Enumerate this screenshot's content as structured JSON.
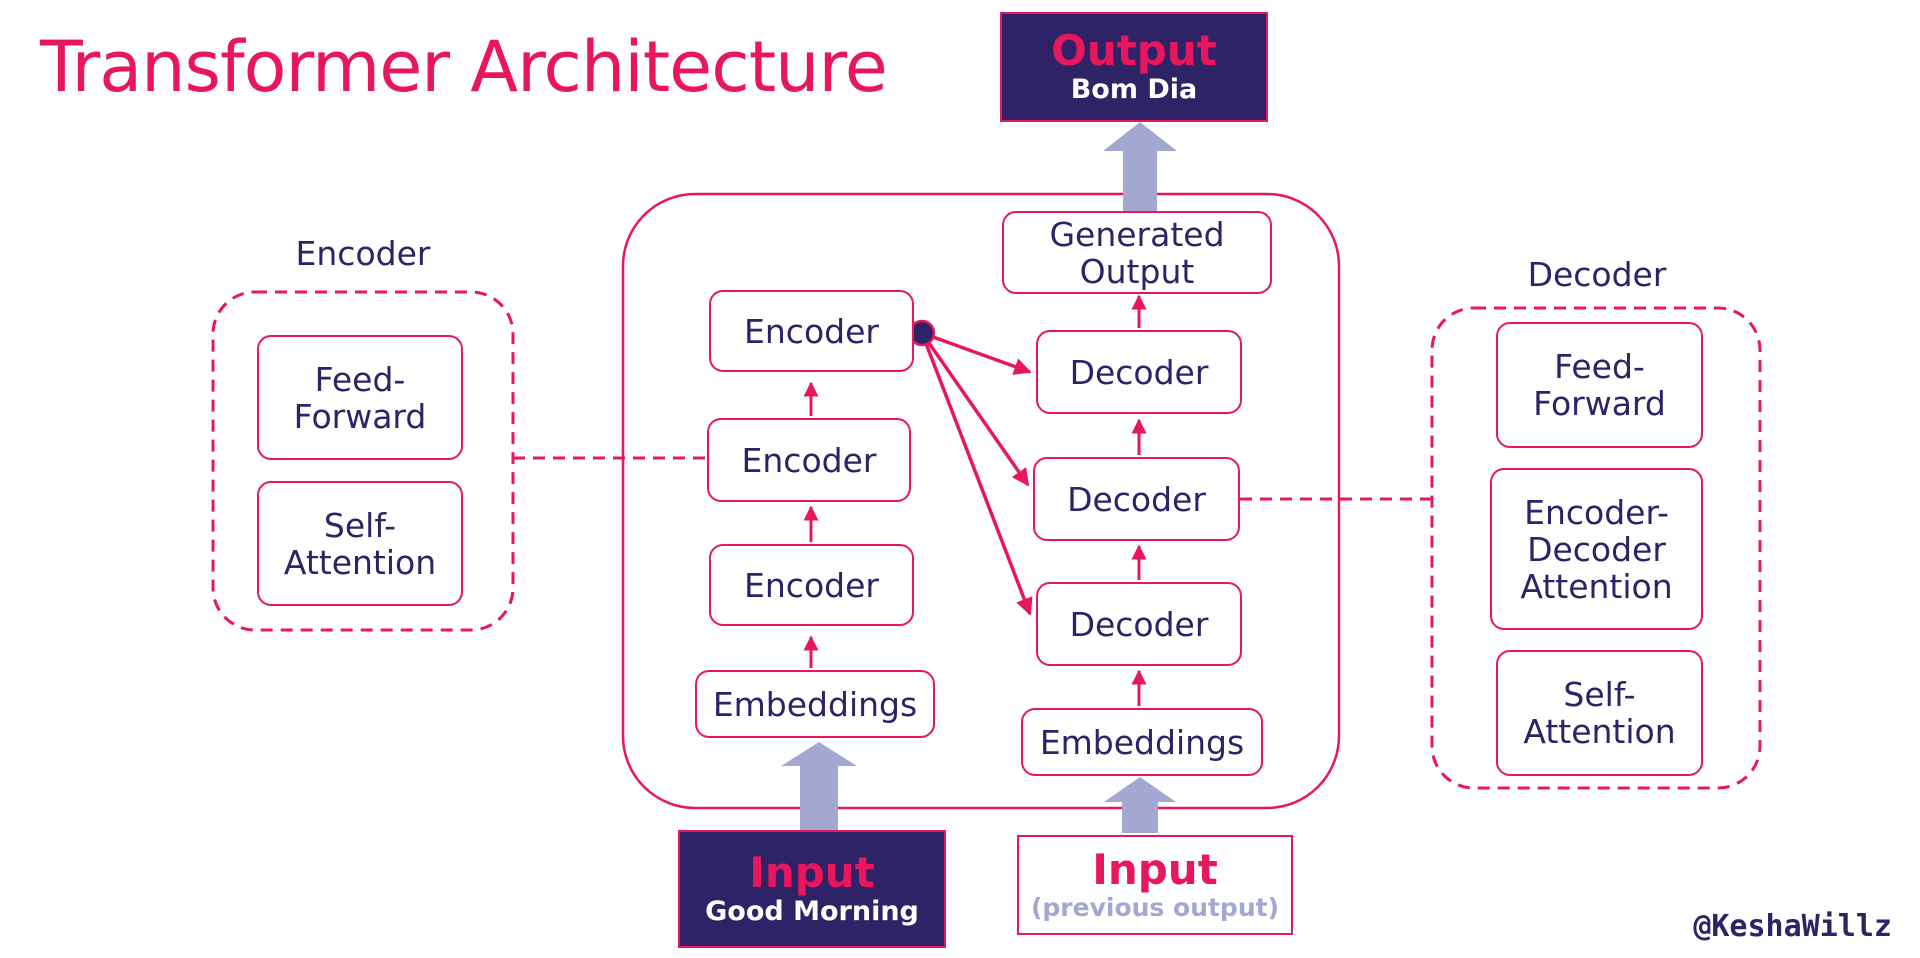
{
  "title": "Transformer Architecture",
  "output": {
    "heading": "Output",
    "text": "Bom Dia"
  },
  "input": {
    "heading": "Input",
    "text": "Good Morning"
  },
  "input_prev": {
    "heading": "Input",
    "text": "(previous output)"
  },
  "encoder_stack": {
    "embeddings": "Embeddings",
    "encoders": [
      "Encoder",
      "Encoder",
      "Encoder"
    ]
  },
  "decoder_stack": {
    "embeddings": "Embeddings",
    "decoders": [
      "Decoder",
      "Decoder",
      "Decoder"
    ],
    "generated_output": "Generated\nOutput"
  },
  "encoder_detail": {
    "label": "Encoder",
    "layers": [
      "Feed-\nForward",
      "Self-\nAttention"
    ]
  },
  "decoder_detail": {
    "label": "Decoder",
    "layers": [
      "Feed-\nForward",
      "Encoder-\nDecoder\nAttention",
      "Self-\nAttention"
    ]
  },
  "handle": "@KeshaWillz",
  "colors": {
    "accent": "#e8175d",
    "navy": "#2d2366",
    "arrow": "#a3a8d2"
  }
}
